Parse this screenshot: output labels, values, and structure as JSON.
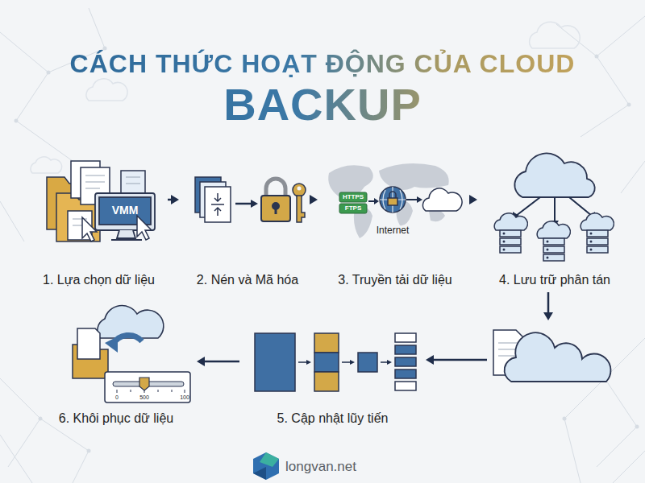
{
  "diagram": {
    "title": "CÁCH THỨC HOẠT ĐỘNG CỦA CLOUD BACKUP",
    "nodes": [
      {
        "text": [
          "1. Lựa chọn dữ liệu"
        ]
      },
      {
        "text": [
          "2. Nén và Mã hóa"
        ]
      },
      {
        "text": [
          "3. Truyền tải dữ liệu"
        ]
      },
      {
        "text": [
          "4. Lưu trữ phân tán"
        ]
      },
      {
        "text": [
          "5. Cập nhật lũy tiến"
        ]
      },
      {
        "text": [
          "6. Khôi phục dữ liệu"
        ]
      }
    ],
    "edges": [
      {
        "from": 0,
        "to": 1,
        "arrow": "to"
      },
      {
        "from": 1,
        "to": 2,
        "arrow": "to"
      },
      {
        "from": 2,
        "to": 3,
        "arrow": "to"
      },
      {
        "from": 3,
        "to": 4,
        "arrow": "to"
      },
      {
        "from": 4,
        "to": 5,
        "arrow": "to"
      }
    ],
    "labels": [
      "VMM",
      "HTTPS",
      "FTPS",
      "Internet",
      "0",
      "500",
      "100",
      "longvan.net"
    ]
  }
}
